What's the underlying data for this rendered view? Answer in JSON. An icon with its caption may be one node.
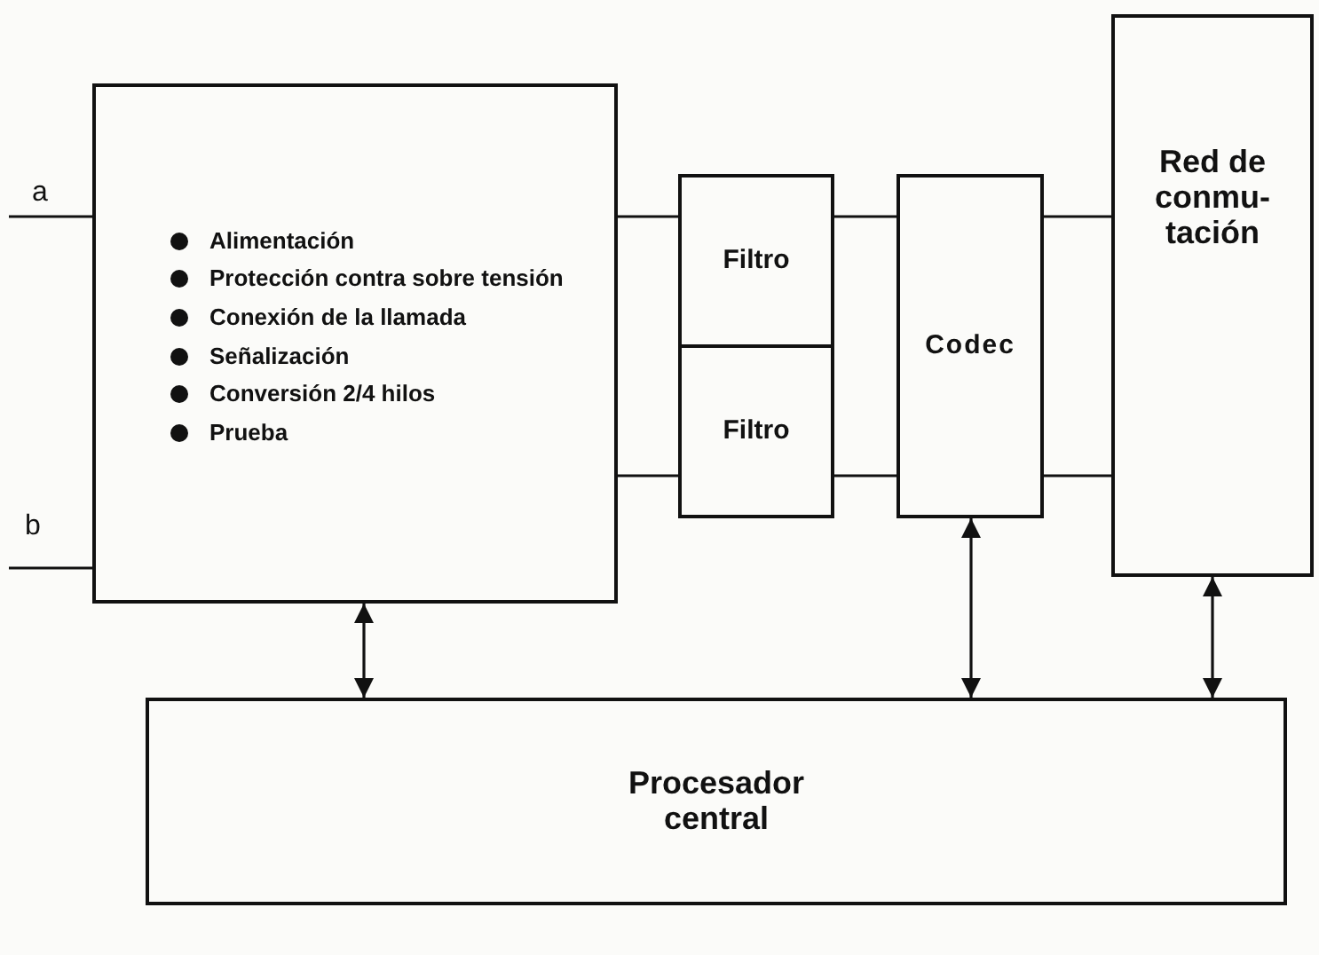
{
  "diagram": {
    "nodes": [
      {
        "text": [
          "Alimentación",
          "Protección contra sobre tensión",
          "Conexión de la llamada",
          "Señalización",
          "Conversión 2/4 hilos",
          "Prueba"
        ]
      },
      {
        "text": [
          "Filtro"
        ]
      },
      {
        "text": [
          "Filtro"
        ]
      },
      {
        "text": [
          "Codec"
        ]
      },
      {
        "text": [
          "Red de conmu- tación"
        ]
      },
      {
        "text": [
          "Procesador central"
        ]
      }
    ],
    "edges": [
      {
        "from": null,
        "to": 0,
        "arrow": "none"
      },
      {
        "from": null,
        "to": 0,
        "arrow": "none"
      },
      {
        "from": 0,
        "to": 1,
        "arrow": "none"
      },
      {
        "from": 1,
        "to": 3,
        "arrow": "none"
      },
      {
        "from": 3,
        "to": 4,
        "arrow": "none"
      },
      {
        "from": 0,
        "to": 2,
        "arrow": "none"
      },
      {
        "from": 2,
        "to": 3,
        "arrow": "none"
      },
      {
        "from": 3,
        "to": 4,
        "arrow": "none"
      },
      {
        "from": 0,
        "to": 5,
        "arrow": "both"
      },
      {
        "from": 3,
        "to": 5,
        "arrow": "both"
      },
      {
        "from": 4,
        "to": 5,
        "arrow": "both"
      }
    ],
    "labels": [
      "a",
      "b"
    ]
  }
}
